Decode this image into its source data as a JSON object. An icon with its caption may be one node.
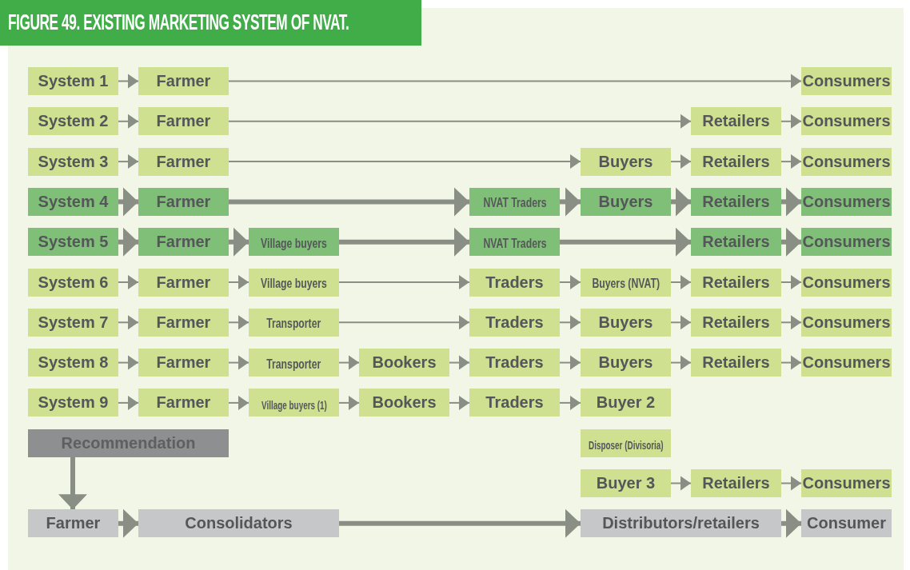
{
  "diagram": {
    "title": "FIGURE 49. EXISTING MARKETING SYSTEM OF NVAT.",
    "nodes": [
      {
        "text": [
          "System 1"
        ]
      },
      {
        "text": [
          "Farmer"
        ]
      },
      {
        "text": [
          "Consumers"
        ]
      },
      {
        "text": [
          "System 2"
        ]
      },
      {
        "text": [
          "Farmer"
        ]
      },
      {
        "text": [
          "Retailers"
        ]
      },
      {
        "text": [
          "Consumers"
        ]
      },
      {
        "text": [
          "System 3"
        ]
      },
      {
        "text": [
          "Farmer"
        ]
      },
      {
        "text": [
          "Buyers"
        ]
      },
      {
        "text": [
          "Retailers"
        ]
      },
      {
        "text": [
          "Consumers"
        ]
      },
      {
        "text": [
          "System 4"
        ]
      },
      {
        "text": [
          "Farmer"
        ]
      },
      {
        "text": [
          "NVAT Traders"
        ]
      },
      {
        "text": [
          "Buyers"
        ]
      },
      {
        "text": [
          "Retailers"
        ]
      },
      {
        "text": [
          "Consumers"
        ]
      },
      {
        "text": [
          "System 5"
        ]
      },
      {
        "text": [
          "Farmer"
        ]
      },
      {
        "text": [
          "Village buyers"
        ]
      },
      {
        "text": [
          "NVAT Traders"
        ]
      },
      {
        "text": [
          "Retailers"
        ]
      },
      {
        "text": [
          "Consumers"
        ]
      },
      {
        "text": [
          "System 6"
        ]
      },
      {
        "text": [
          "Farmer"
        ]
      },
      {
        "text": [
          "Village buyers"
        ]
      },
      {
        "text": [
          "Traders"
        ]
      },
      {
        "text": [
          "Buyers (NVAT)"
        ]
      },
      {
        "text": [
          "Retailers"
        ]
      },
      {
        "text": [
          "Consumers"
        ]
      },
      {
        "text": [
          "System 7"
        ]
      },
      {
        "text": [
          "Farmer"
        ]
      },
      {
        "text": [
          "Transporter"
        ]
      },
      {
        "text": [
          "Traders"
        ]
      },
      {
        "text": [
          "Buyers"
        ]
      },
      {
        "text": [
          "Retailers"
        ]
      },
      {
        "text": [
          "Consumers"
        ]
      },
      {
        "text": [
          "System 8"
        ]
      },
      {
        "text": [
          "Farmer"
        ]
      },
      {
        "text": [
          "Transporter"
        ]
      },
      {
        "text": [
          "Bookers"
        ]
      },
      {
        "text": [
          "Traders"
        ]
      },
      {
        "text": [
          "Buyers"
        ]
      },
      {
        "text": [
          "Retailers"
        ]
      },
      {
        "text": [
          "Consumers"
        ]
      },
      {
        "text": [
          "System 9"
        ]
      },
      {
        "text": [
          "Farmer"
        ]
      },
      {
        "text": [
          "Village buyers (1)"
        ]
      },
      {
        "text": [
          "Bookers"
        ]
      },
      {
        "text": [
          "Traders"
        ]
      },
      {
        "text": [
          "Buyer 2"
        ]
      },
      {
        "text": [
          "Recommendation"
        ]
      },
      {
        "text": [
          "Disposer (Divisoria)"
        ]
      },
      {
        "text": [
          "Buyer 3"
        ]
      },
      {
        "text": [
          "Retailers"
        ]
      },
      {
        "text": [
          "Consumers"
        ]
      },
      {
        "text": [
          "Farmer"
        ]
      },
      {
        "text": [
          "Consolidators"
        ]
      },
      {
        "text": [
          "Distributors/retailers"
        ]
      },
      {
        "text": [
          "Consumer"
        ]
      }
    ],
    "edges": [
      {
        "from": 0,
        "to": 1,
        "arrow": "to"
      },
      {
        "from": 1,
        "to": 2,
        "arrow": "to"
      },
      {
        "from": 3,
        "to": 4,
        "arrow": "to"
      },
      {
        "from": 4,
        "to": 5,
        "arrow": "to"
      },
      {
        "from": 5,
        "to": 6,
        "arrow": "to"
      },
      {
        "from": 7,
        "to": 8,
        "arrow": "to"
      },
      {
        "from": 8,
        "to": 9,
        "arrow": "to"
      },
      {
        "from": 9,
        "to": 10,
        "arrow": "to"
      },
      {
        "from": 10,
        "to": 11,
        "arrow": "to"
      },
      {
        "from": 12,
        "to": 13,
        "arrow": "to",
        "style": "thick"
      },
      {
        "from": 13,
        "to": 14,
        "arrow": "to",
        "style": "thick"
      },
      {
        "from": 14,
        "to": 15,
        "arrow": "to",
        "style": "thick"
      },
      {
        "from": 15,
        "to": 16,
        "arrow": "to",
        "style": "thick"
      },
      {
        "from": 16,
        "to": 17,
        "arrow": "to",
        "style": "thick"
      },
      {
        "from": 18,
        "to": 19,
        "arrow": "to",
        "style": "thick"
      },
      {
        "from": 19,
        "to": 20,
        "arrow": "to",
        "style": "thick"
      },
      {
        "from": 20,
        "to": 21,
        "arrow": "to",
        "style": "thick"
      },
      {
        "from": 21,
        "to": 22,
        "arrow": "to",
        "style": "thick"
      },
      {
        "from": 22,
        "to": 23,
        "arrow": "to",
        "style": "thick"
      },
      {
        "from": 24,
        "to": 25,
        "arrow": "to"
      },
      {
        "from": 25,
        "to": 26,
        "arrow": "to"
      },
      {
        "from": 26,
        "to": 27,
        "arrow": "to"
      },
      {
        "from": 27,
        "to": 28,
        "arrow": "to"
      },
      {
        "from": 28,
        "to": 29,
        "arrow": "to"
      },
      {
        "from": 29,
        "to": 30,
        "arrow": "to"
      },
      {
        "from": 31,
        "to": 32,
        "arrow": "to"
      },
      {
        "from": 32,
        "to": 33,
        "arrow": "to"
      },
      {
        "from": 33,
        "to": 34,
        "arrow": "to"
      },
      {
        "from": 34,
        "to": 35,
        "arrow": "to"
      },
      {
        "from": 35,
        "to": 36,
        "arrow": "to"
      },
      {
        "from": 36,
        "to": 37,
        "arrow": "to"
      },
      {
        "from": 38,
        "to": 39,
        "arrow": "to"
      },
      {
        "from": 39,
        "to": 40,
        "arrow": "to"
      },
      {
        "from": 40,
        "to": 41,
        "arrow": "to"
      },
      {
        "from": 41,
        "to": 42,
        "arrow": "to"
      },
      {
        "from": 42,
        "to": 43,
        "arrow": "to"
      },
      {
        "from": 43,
        "to": 44,
        "arrow": "to"
      },
      {
        "from": 44,
        "to": 45,
        "arrow": "to"
      },
      {
        "from": 46,
        "to": 47,
        "arrow": "to"
      },
      {
        "from": 47,
        "to": 48,
        "arrow": "to"
      },
      {
        "from": 48,
        "to": 49,
        "arrow": "to"
      },
      {
        "from": 49,
        "to": 50,
        "arrow": "to"
      },
      {
        "from": 50,
        "to": 51,
        "arrow": "to"
      },
      {
        "from": 54,
        "to": 55,
        "arrow": "to"
      },
      {
        "from": 55,
        "to": 56,
        "arrow": "to"
      },
      {
        "from": 52,
        "to": 57,
        "arrow": "to",
        "style": "thick"
      },
      {
        "from": 57,
        "to": 58,
        "arrow": "to",
        "style": "thick"
      },
      {
        "from": 58,
        "to": 59,
        "arrow": "to",
        "style": "thick"
      },
      {
        "from": 59,
        "to": 60,
        "arrow": "to",
        "style": "thick"
      }
    ]
  }
}
